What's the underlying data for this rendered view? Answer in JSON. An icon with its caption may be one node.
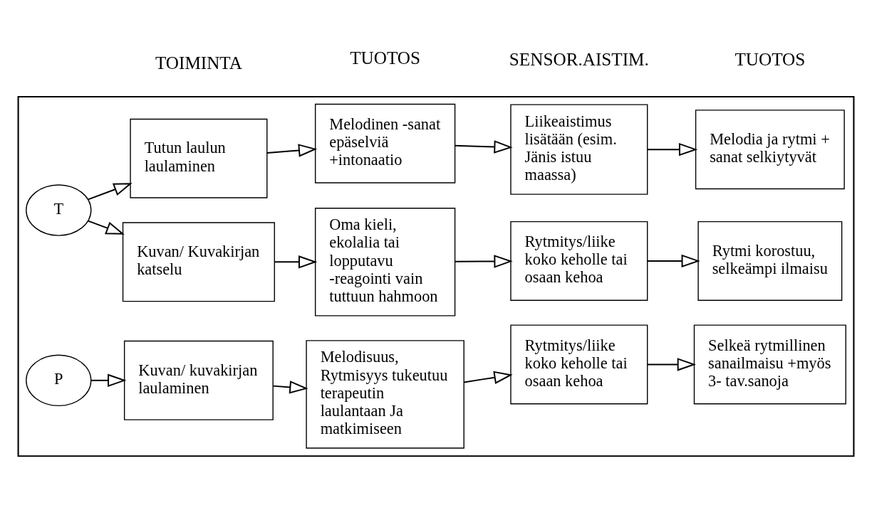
{
  "diagram": {
    "nodes": [
      {
        "text": [],
        "shape": "box"
      },
      {
        "text": [
          "T"
        ],
        "in": 0
      },
      {
        "text": [
          "P"
        ],
        "in": 0
      },
      {
        "text": [
          "Tutun laulun laulaminen"
        ],
        "in": 0
      },
      {
        "text": [
          "Melodinen -sanat epäselviä +intonaatio"
        ],
        "in": 0
      },
      {
        "text": [
          "Liikeaistimus lisätään (esim. Jänis istuu maassa)"
        ],
        "in": 0
      },
      {
        "text": [
          "Melodia ja rytmi + sanat selkiytyvät"
        ],
        "in": 0
      },
      {
        "text": [
          "Kuvan/ Kuvakirjan katselu"
        ],
        "in": 0
      },
      {
        "text": [
          "Oma kieli, ekolalia tai lopputavu -reagointi vain tuttuun hahmoon"
        ],
        "in": 0
      },
      {
        "text": [
          "Rytmitys/liike koko keholle tai osaan kehoa"
        ],
        "in": 0
      },
      {
        "text": [
          "Rytmi korostuu, selkeämpi ilmaisu"
        ],
        "in": 0
      },
      {
        "text": [
          "Kuvan/ kuvakirjan laulaminen"
        ],
        "in": 0
      },
      {
        "text": [
          "Melodisuus, Rytmisyys tukeutuu terapeutin laulantaan Ja matkimiseen"
        ],
        "in": 0
      },
      {
        "text": [
          "Rytmitys/liike koko keholle tai osaan kehoa"
        ],
        "in": 0
      },
      {
        "text": [
          "Selkeä rytmillinen sanailmaisu +myös 3- tav.sanoja"
        ],
        "in": 0
      }
    ],
    "edges": [
      {
        "from": 1,
        "to": 3,
        "arrow": "to"
      },
      {
        "from": 1,
        "to": 7,
        "arrow": "to"
      },
      {
        "from": 2,
        "to": 11,
        "arrow": "to"
      },
      {
        "from": 3,
        "to": 4,
        "arrow": "to"
      },
      {
        "from": 4,
        "to": 5,
        "arrow": "to"
      },
      {
        "from": 5,
        "to": 6,
        "arrow": "to"
      },
      {
        "from": 7,
        "to": 8,
        "arrow": "to"
      },
      {
        "from": 8,
        "to": 9,
        "arrow": "to"
      },
      {
        "from": 9,
        "to": 10,
        "arrow": "to"
      },
      {
        "from": 11,
        "to": 12,
        "arrow": "to"
      },
      {
        "from": 12,
        "to": 13,
        "arrow": "to"
      },
      {
        "from": 13,
        "to": 14,
        "arrow": "to"
      }
    ],
    "labels": [
      "TOIMINTA",
      "TUOTOS",
      "SENSOR.AISTIM.",
      "TUOTOS"
    ]
  }
}
